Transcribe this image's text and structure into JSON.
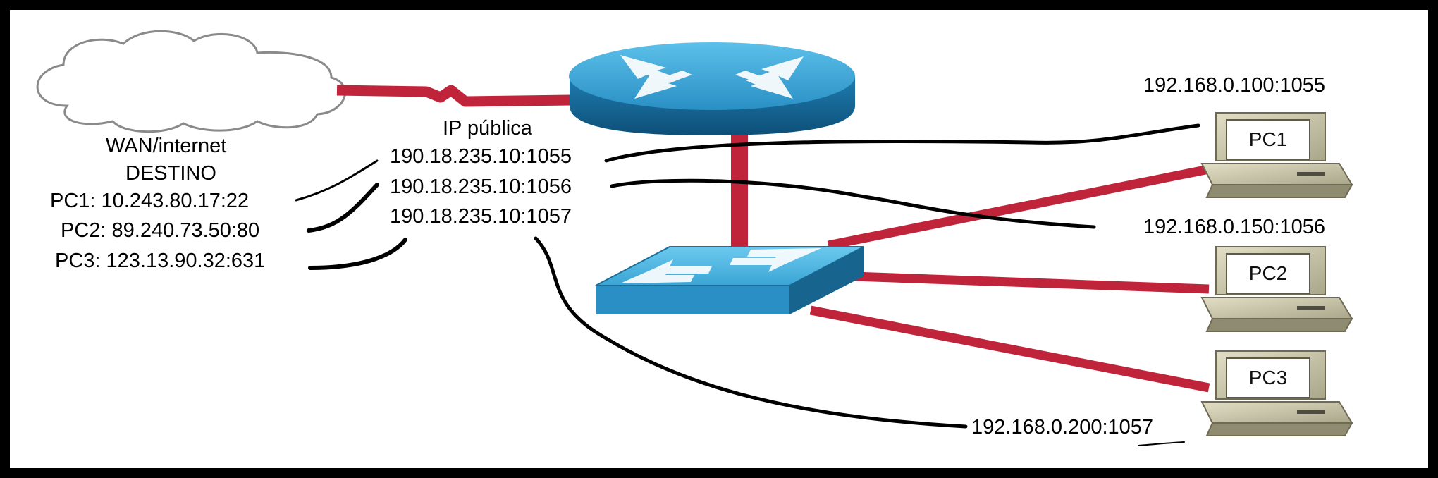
{
  "wan": {
    "title": "WAN/internet",
    "subtitle": "DESTINO",
    "destinations": [
      "PC1: 10.243.80.17:22",
      "PC2: 89.240.73.50:80",
      "PC3: 123.13.90.32:631"
    ]
  },
  "router": {
    "public_label": "IP pública",
    "public_ports": [
      "190.18.235.10:1055",
      "190.18.235.10:1056",
      "190.18.235.10:1057"
    ]
  },
  "pcs": [
    {
      "name": "PC1",
      "local_address": "192.168.0.100:1055"
    },
    {
      "name": "PC2",
      "local_address": "192.168.0.150:1056"
    },
    {
      "name": "PC3",
      "local_address": "192.168.0.200:1057"
    }
  ],
  "colors": {
    "link": "#c0243a",
    "device_blue": "#2a8fc4",
    "pc_body": "#c8c4a8"
  }
}
